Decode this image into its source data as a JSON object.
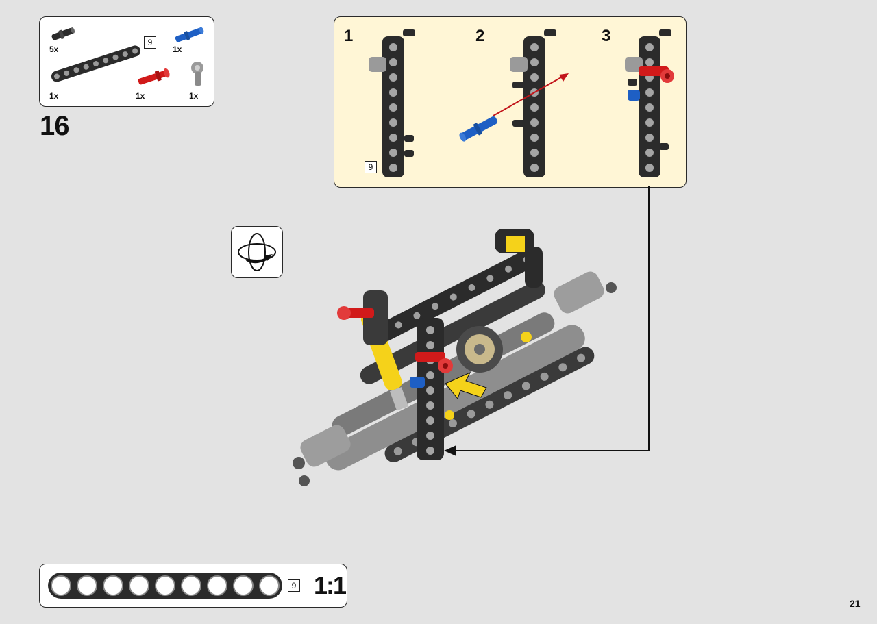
{
  "parts_list": {
    "items": [
      {
        "name": "black-friction-pin",
        "qty": "5x"
      },
      {
        "name": "black-beam-9",
        "qty": "1x",
        "length": "9"
      },
      {
        "name": "blue-axle-pin",
        "qty": "1x"
      },
      {
        "name": "red-axle-pin",
        "qty": "1x"
      },
      {
        "name": "gray-connector",
        "qty": "1x"
      }
    ]
  },
  "step": {
    "number": "16"
  },
  "sub_steps": [
    {
      "number": "1",
      "length": "9"
    },
    {
      "number": "2"
    },
    {
      "number": "3"
    }
  ],
  "scale_bar": {
    "length": "9",
    "label": "1:1"
  },
  "page": {
    "number": "21"
  },
  "colors": {
    "background": "#e3e3e3",
    "callout": "#fff6d6",
    "beam_black": "#2b2b2b",
    "red_part": "#d11a1a",
    "blue_part": "#1e5fc4",
    "yellow_part": "#f5d21a",
    "gray_part": "#8a8a8a"
  }
}
